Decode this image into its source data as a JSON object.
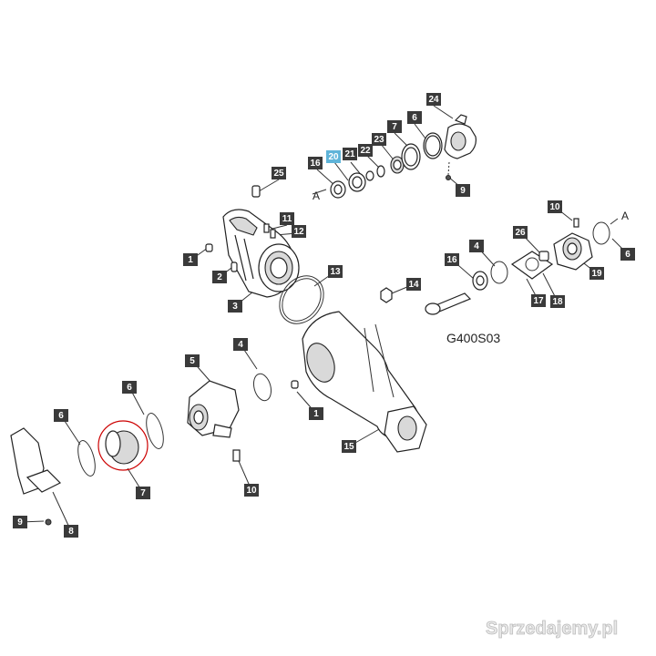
{
  "diagram_code": "G400S03",
  "reference_letters": [
    "A",
    "A"
  ],
  "watermark": "Sprzedajemy.pl",
  "callouts": [
    "1",
    "2",
    "3",
    "4",
    "5",
    "6",
    "7",
    "8",
    "9",
    "10",
    "11",
    "12",
    "13",
    "14",
    "15",
    "16",
    "17",
    "18",
    "19",
    "20",
    "21",
    "22",
    "23",
    "24",
    "25",
    "26"
  ],
  "highlighted_callout": "20",
  "colors": {
    "callout_bg": "#3a3a3a",
    "callout_highlight": "#5fb4d9",
    "circle_mark": "#cc0000"
  }
}
